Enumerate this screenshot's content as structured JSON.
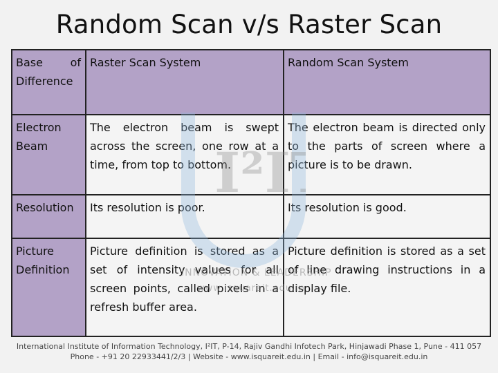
{
  "title": "Random Scan v/s Raster Scan",
  "table": {
    "header": {
      "c1_word1": "Base",
      "c1_word2": "of",
      "c1_word3": "Difference",
      "c2": "Raster Scan System",
      "c3": "Random Scan System"
    },
    "rows": [
      {
        "label": "Electron Beam",
        "raster": "The electron beam is swept across the screen, one row at a time, from top to bottom.",
        "random": "The electron beam is directed only to the parts of screen where a picture is to be drawn."
      },
      {
        "label": "Resolution",
        "raster": "Its resolution is poor.",
        "random": "Its resolution is good."
      },
      {
        "label": "Picture Definition",
        "raster": "Picture definition is stored as a set of intensity values for all screen points, called pixels in a refresh buffer area.",
        "random": "Picture definition is stored as a set of line drawing instructions in a display file."
      }
    ]
  },
  "watermark": {
    "logo_text": "I²IT",
    "tagline": "INNOVATION & LEADERSHIP",
    "url": "www.isquareit.edu.in"
  },
  "footer": {
    "line1": "International Institute of Information Technology, I²IT, P-14, Rajiv Gandhi Infotech Park, Hinjawadi Phase 1, Pune - 411 057",
    "line2": "Phone - +91 20 22933441/2/3 | Website - www.isquareit.edu.in | Email - info@isquareit.edu.in"
  }
}
